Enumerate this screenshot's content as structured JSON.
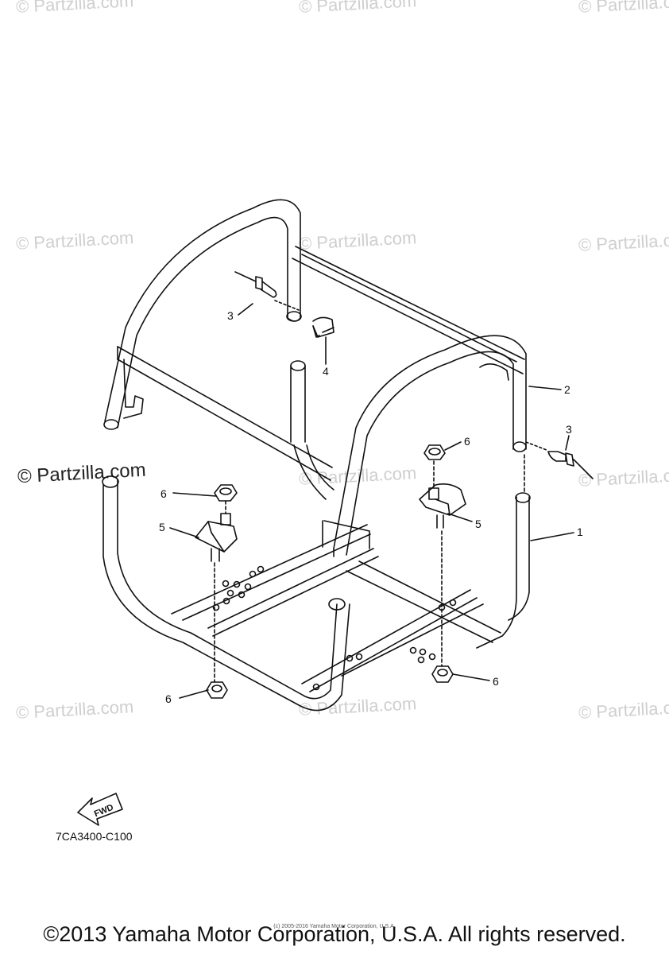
{
  "watermarks": {
    "text": "© Partzilla.com",
    "items": [
      "© Partzilla.com",
      "© Partzilla.com",
      "© Partzilla.com",
      "© Partzilla.com",
      "© Partzilla.com",
      "© Partzilla.com",
      "© Partzilla.com",
      "© Partzilla.com",
      "© Partzilla.com",
      "© Partzilla.com",
      "© Partzilla.com"
    ],
    "prominent": "© Partzilla.com"
  },
  "callouts": {
    "c1": "1",
    "c2": "2",
    "c3a": "3",
    "c3b": "3",
    "c4": "4",
    "c5a": "5",
    "c5b": "5",
    "c6a": "6",
    "c6b": "6",
    "c6c": "6",
    "c6d": "6"
  },
  "fwd_label": "FWD",
  "diagram_code": "7CA3400-C100",
  "tiny_notice": "(c) 2005-2016 Yamaha Motor Corporation, U.S.A.",
  "copyright": "©2013 Yamaha Motor Corporation, U.S.A. All rights reserved.",
  "colors": {
    "line": "#111111",
    "watermark": "#cfcfcf"
  }
}
